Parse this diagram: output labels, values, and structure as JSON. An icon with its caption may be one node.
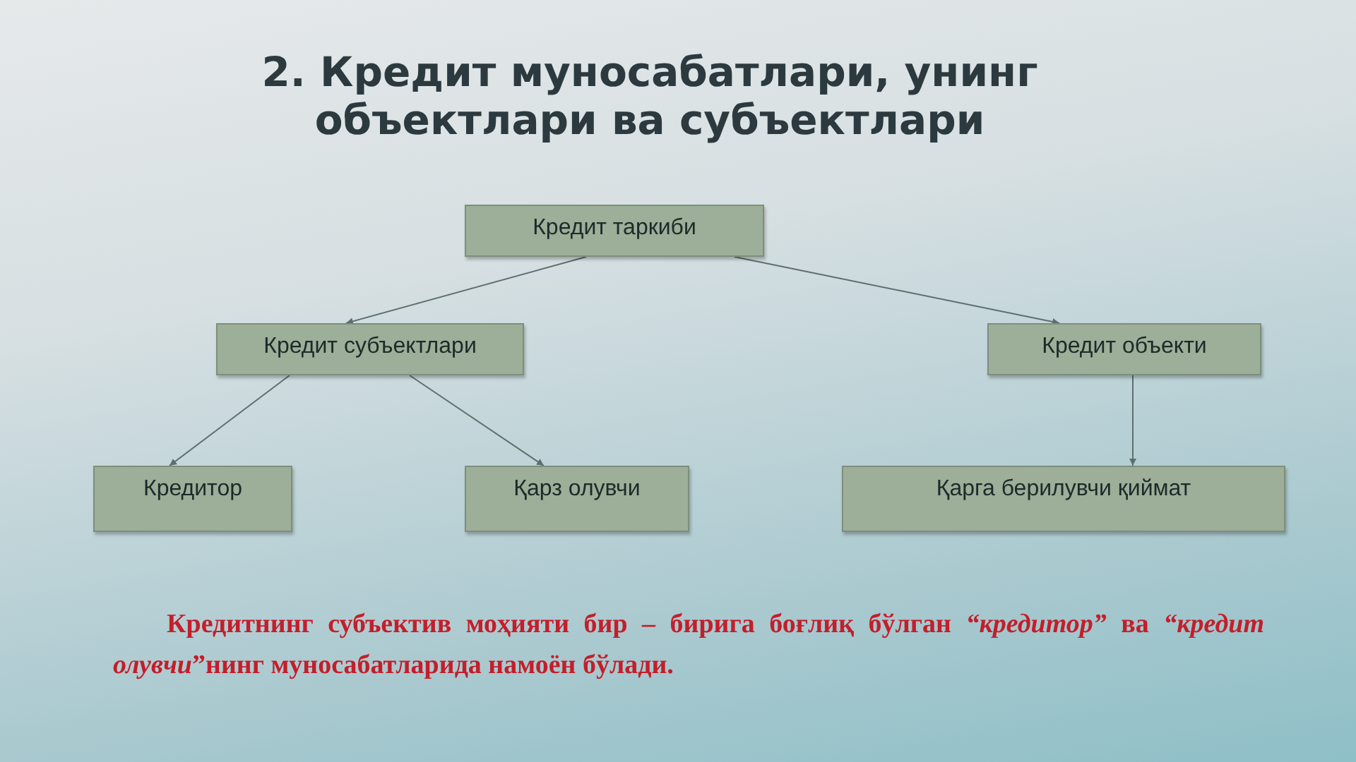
{
  "diagram": {
    "title": "2. Кредит муносабатлари, унинг объектлари ва субъектлари",
    "nodes": [
      {
        "text": [
          "Кредит таркиби"
        ]
      },
      {
        "text": [
          "Кредит субъектлари"
        ]
      },
      {
        "text": [
          "Кредит объекти"
        ]
      },
      {
        "text": [
          "Кредитор"
        ]
      },
      {
        "text": [
          "Қарз олувчи"
        ]
      },
      {
        "text": [
          "Қарга берилувчи қиймат"
        ]
      }
    ],
    "edges": [
      {
        "from": 0,
        "to": 1,
        "arrow": "to"
      },
      {
        "from": 0,
        "to": 2,
        "arrow": "to"
      },
      {
        "from": 1,
        "to": 3,
        "arrow": "to"
      },
      {
        "from": 1,
        "to": 4,
        "arrow": "to"
      },
      {
        "from": 2,
        "to": 5,
        "arrow": "to"
      }
    ],
    "labels": [
      "Кредитнинг субъектив моҳияти бир – бирига боғлиқ бўлган *“кредитор”* ва *“кредит олувчи*”нинг муносабатларида намоён бўлади."
    ]
  }
}
